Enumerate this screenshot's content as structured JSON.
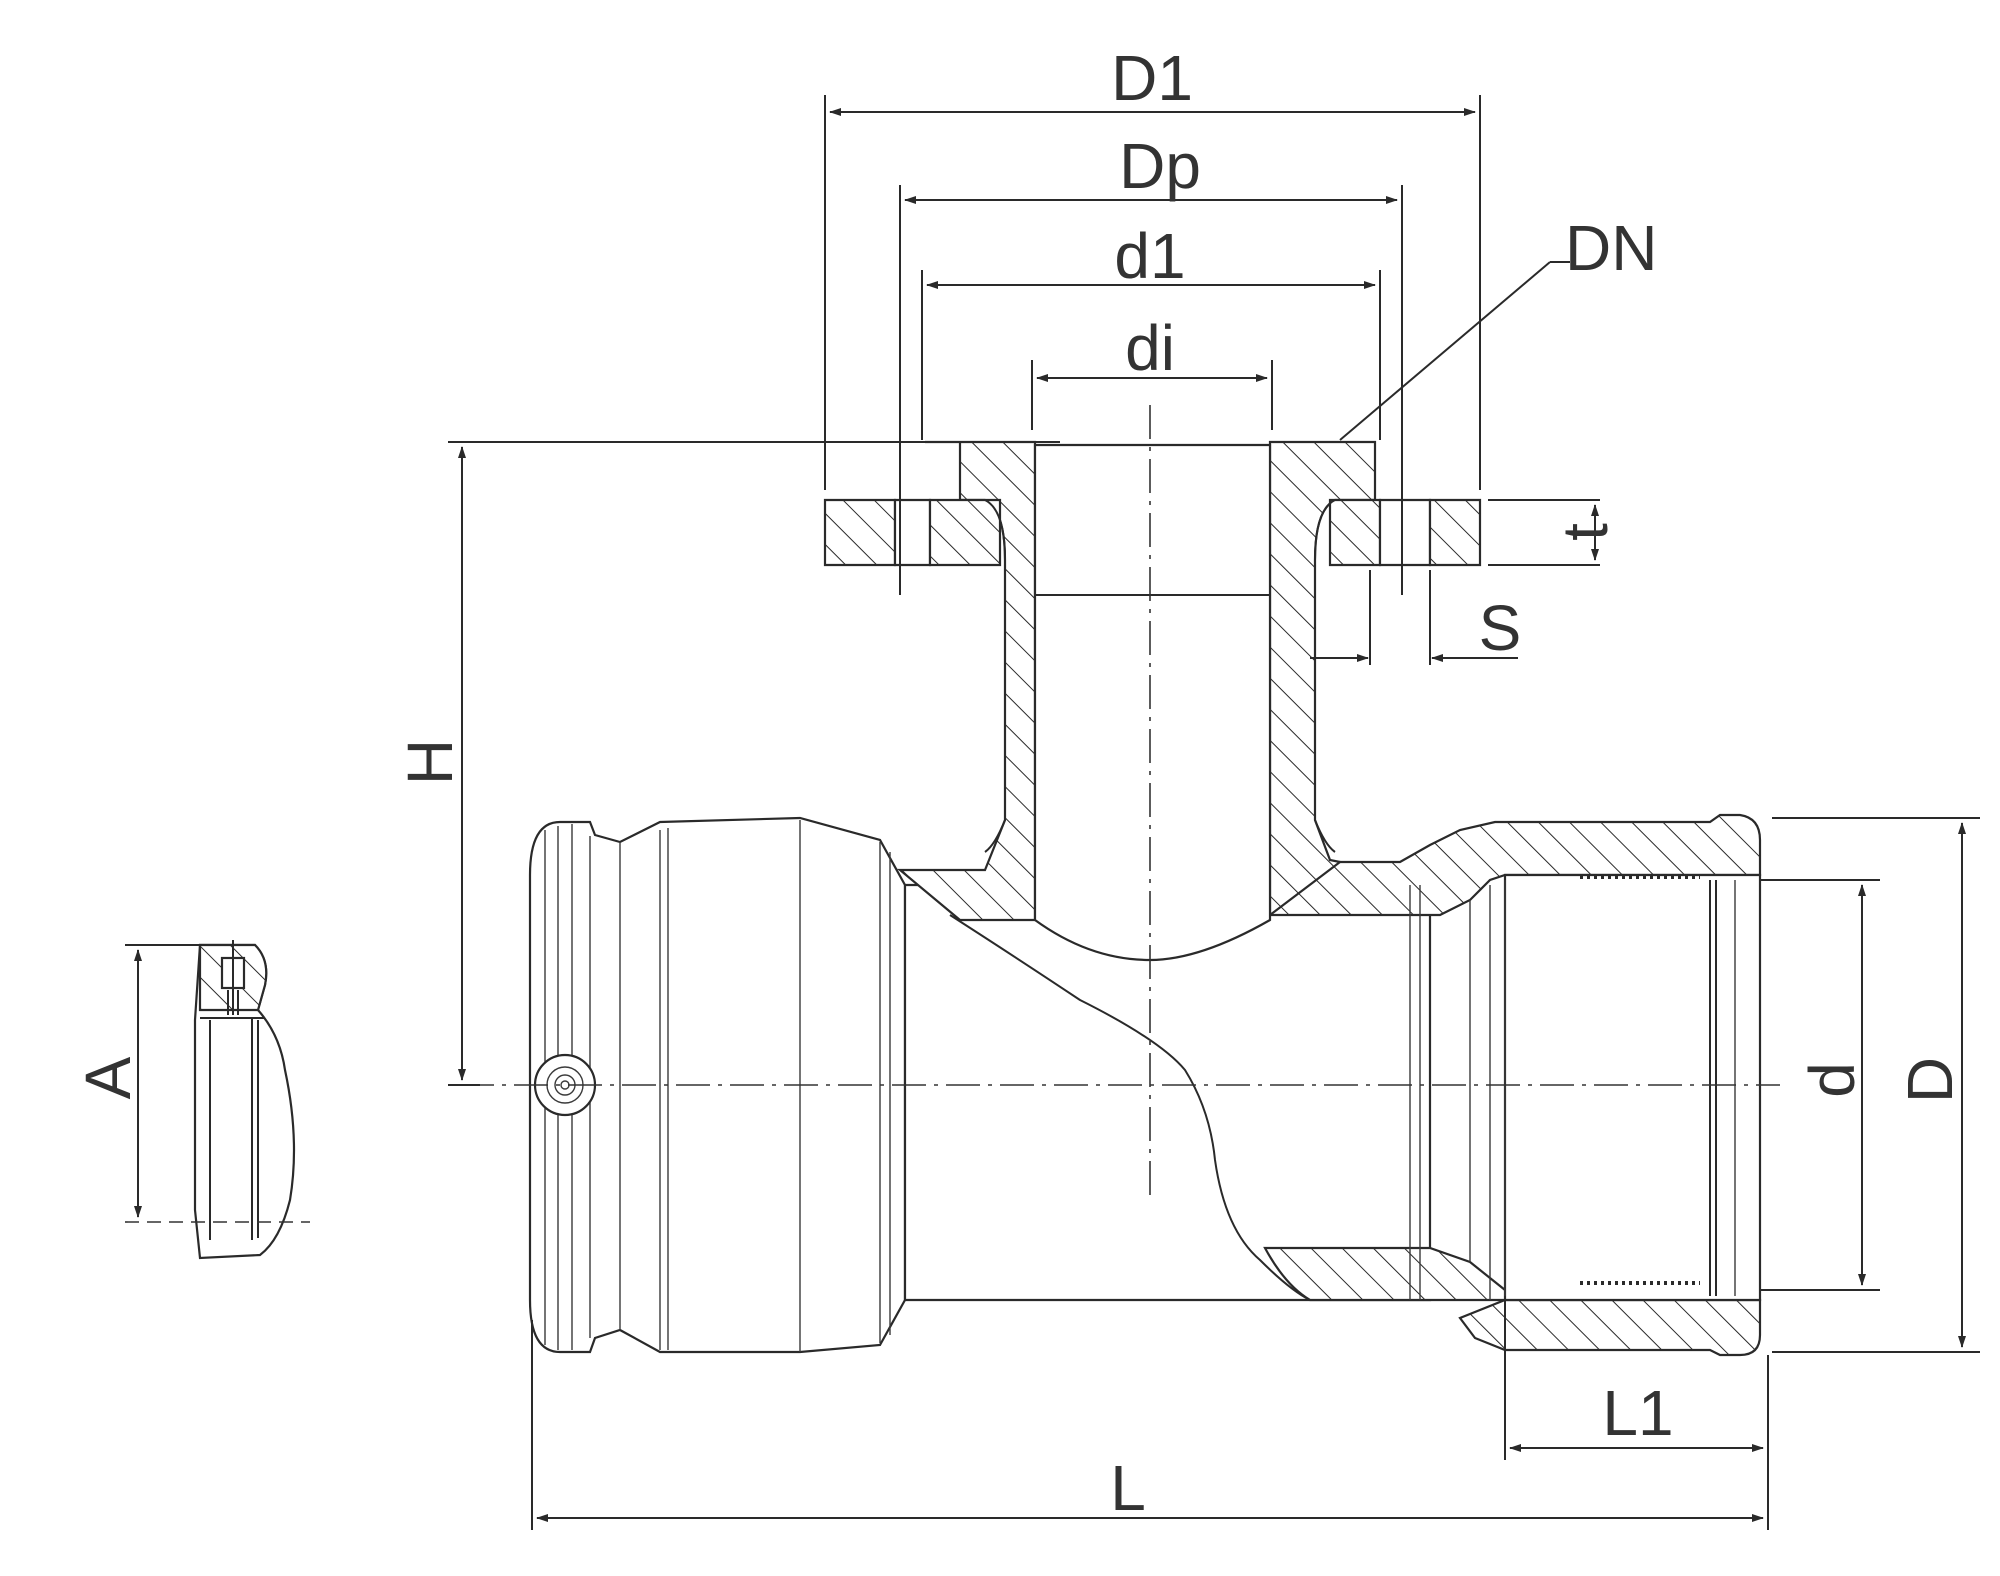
{
  "labels": {
    "D1": "D1",
    "Dp": "Dp",
    "d1": "d1",
    "di": "di",
    "DN": "DN",
    "t": "t",
    "S": "S",
    "H": "H",
    "A": "A",
    "d": "d",
    "D": "D",
    "L1": "L1",
    "L": "L"
  },
  "colors": {
    "line": "#2a2a2a",
    "text": "#333333",
    "background": "#ffffff"
  }
}
